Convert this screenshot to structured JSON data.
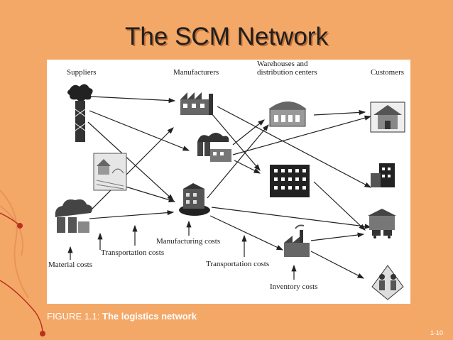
{
  "slide": {
    "title": "The SCM Network",
    "page_number": "1-10",
    "caption_prefix": "FIGURE 1.1:",
    "caption_text": "The logistics network"
  },
  "diagram": {
    "columns": {
      "suppliers": "Suppliers",
      "manufacturers": "Manufacturers",
      "warehouses": "Warehouses and\ndistribution centers",
      "customers": "Customers"
    },
    "costs": {
      "material": "Material costs",
      "transportation_1": "Transportation costs",
      "manufacturing": "Manufacturing costs",
      "transportation_2": "Transportation costs",
      "inventory": "Inventory costs"
    }
  },
  "colors": {
    "background": "#f4a868",
    "title_shadow": "#b96f38",
    "figure_background": "#ffffff",
    "accent_red": "#b8321e"
  }
}
